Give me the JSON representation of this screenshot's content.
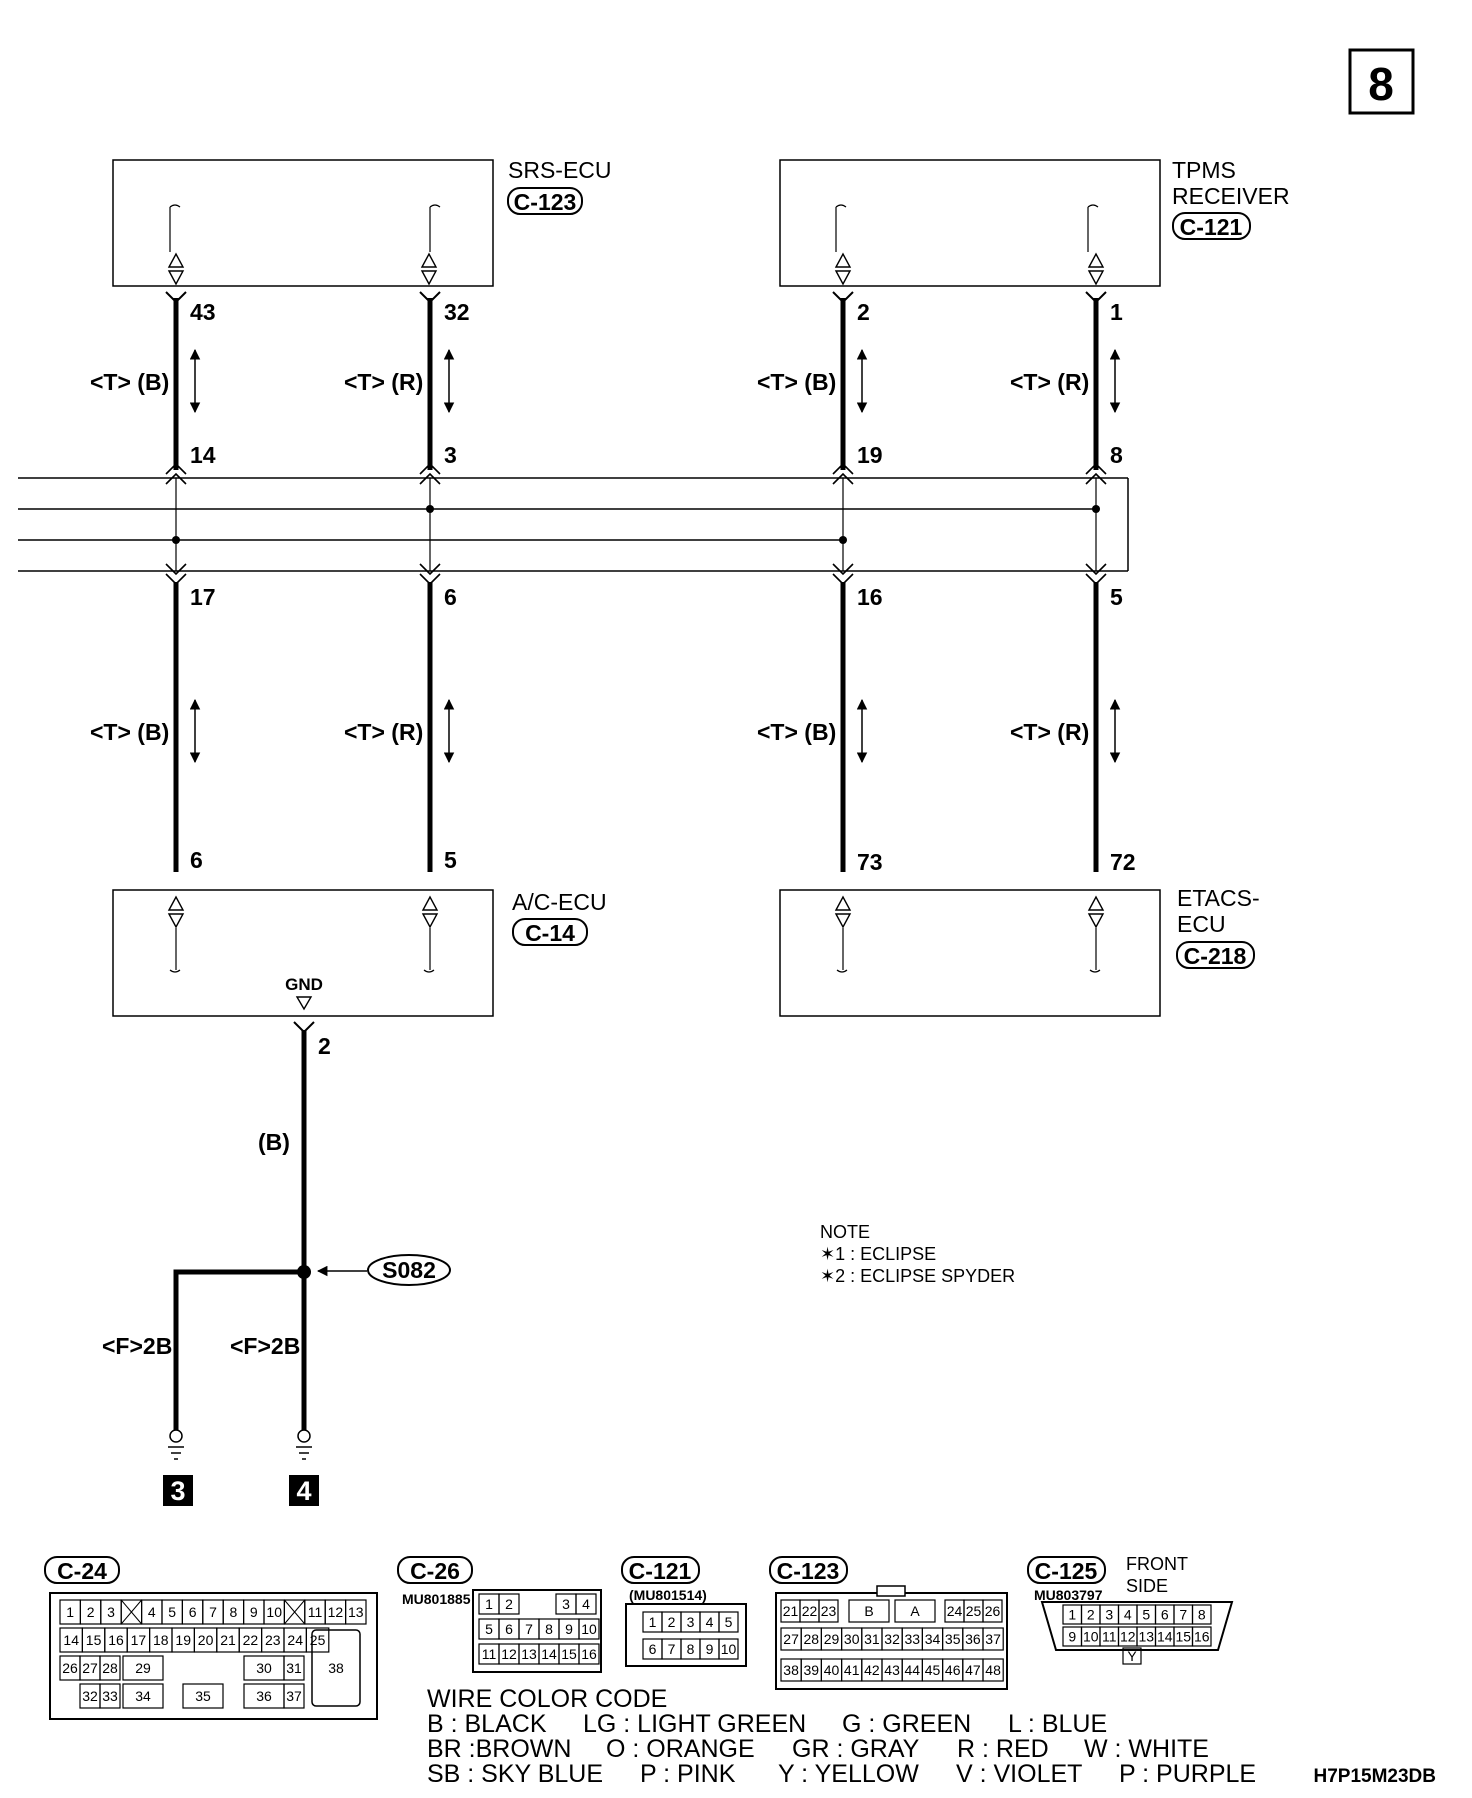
{
  "page_number": "8",
  "diagram_code": "H7P15M23DB",
  "components": {
    "srs_ecu": {
      "name": "SRS-ECU",
      "connector": "C-123"
    },
    "tpms": {
      "name_line1": "TPMS",
      "name_line2": "RECEIVER",
      "connector": "C-121"
    },
    "ac_ecu": {
      "name": "A/C-ECU",
      "connector": "C-14",
      "gnd": "GND"
    },
    "etacs": {
      "name_line1": "ETACS-",
      "name_line2": "ECU",
      "connector": "C-218"
    }
  },
  "wires": {
    "w1": {
      "top_pin": "43",
      "upper_label": "<T> (B)",
      "joint_top_pin": "14",
      "joint_bottom_pin": "17",
      "lower_label": "<T> (B)",
      "bottom_pin": "6"
    },
    "w2": {
      "top_pin": "32",
      "upper_label": "<T> (R)",
      "joint_top_pin": "3",
      "joint_bottom_pin": "6",
      "lower_label": "<T> (R)",
      "bottom_pin": "5"
    },
    "w3": {
      "top_pin": "2",
      "upper_label": "<T> (B)",
      "joint_top_pin": "19",
      "joint_bottom_pin": "16",
      "lower_label": "<T> (B)",
      "bottom_pin": "73"
    },
    "w4": {
      "top_pin": "1",
      "upper_label": "<T> (R)",
      "joint_top_pin": "8",
      "joint_bottom_pin": "5",
      "lower_label": "<T> (R)",
      "bottom_pin": "72"
    }
  },
  "ground_circuit": {
    "pin": "2",
    "wire_label": "(B)",
    "splice": "S082",
    "left_label": "<F>2B",
    "right_label": "<F>2B",
    "ground_left": "3",
    "ground_right": "4"
  },
  "note": {
    "title": "NOTE",
    "line1": "✶1 : ECLIPSE",
    "line2": "✶2 : ECLIPSE SPYDER"
  },
  "connector_views": {
    "c24": {
      "label": "C-24",
      "row1": [
        "1",
        "2",
        "3",
        "",
        "4",
        "5",
        "6",
        "7",
        "8",
        "9",
        "10",
        "",
        "11",
        "12",
        "13"
      ],
      "row2": [
        "14",
        "15",
        "16",
        "17",
        "18",
        "19",
        "20",
        "21",
        "22",
        "23",
        "24",
        "25"
      ],
      "row3": [
        "26",
        "27",
        "28",
        "29",
        "30",
        "31"
      ],
      "row4": [
        "32",
        "33",
        "34",
        "35",
        "36",
        "37"
      ],
      "big": "38"
    },
    "c26": {
      "label": "C-26",
      "part": "MU801885",
      "row1": [
        "1",
        "2",
        "3",
        "4"
      ],
      "row2": [
        "5",
        "6",
        "7",
        "8",
        "9",
        "10"
      ],
      "row3": [
        "11",
        "12",
        "13",
        "14",
        "15",
        "16"
      ]
    },
    "c121": {
      "label": "C-121",
      "part": "(MU801514)",
      "row1": [
        "1",
        "2",
        "3",
        "4",
        "5"
      ],
      "row2": [
        "6",
        "7",
        "8",
        "9",
        "10"
      ]
    },
    "c123": {
      "label": "C-123",
      "row1": [
        "21",
        "22",
        "23",
        "B",
        "A",
        "24",
        "25",
        "26"
      ],
      "row2": [
        "27",
        "28",
        "29",
        "30",
        "31",
        "32",
        "33",
        "34",
        "35",
        "36",
        "37"
      ],
      "row3": [
        "38",
        "39",
        "40",
        "41",
        "42",
        "43",
        "44",
        "45",
        "46",
        "47",
        "48"
      ]
    },
    "c125": {
      "label": "C-125",
      "part": "MU803797",
      "side_line1": "FRONT",
      "side_line2": "SIDE",
      "row1": [
        "1",
        "2",
        "3",
        "4",
        "5",
        "6",
        "7",
        "8"
      ],
      "row2": [
        "9",
        "10",
        "11",
        "12",
        "13",
        "14",
        "15",
        "16"
      ],
      "y": "Y"
    }
  },
  "wire_color_code": {
    "title": "WIRE COLOR CODE",
    "line1": [
      "B : BLACK",
      "LG : LIGHT GREEN",
      "G : GREEN",
      "L : BLUE"
    ],
    "line2": [
      "BR :BROWN",
      "O : ORANGE",
      "GR : GRAY",
      "R : RED",
      "W : WHITE"
    ],
    "line3": [
      "SB : SKY BLUE",
      "P : PINK",
      "Y : YELLOW",
      "V : VIOLET",
      "P : PURPLE"
    ]
  }
}
